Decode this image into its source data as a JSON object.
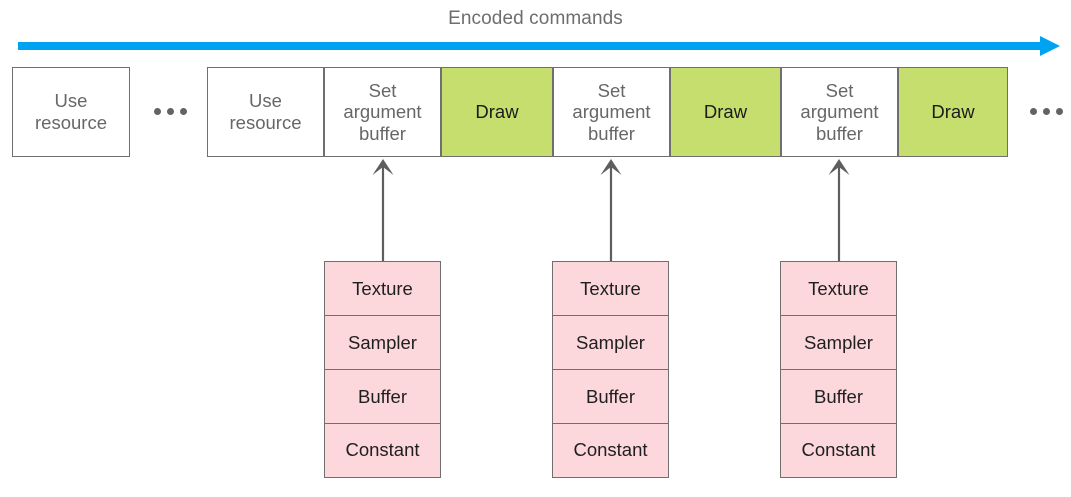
{
  "diagram": {
    "title": "Encoded commands",
    "flow_arrow": {
      "name": "encoded-commands-flow-arrow",
      "color": "#00a2f2",
      "direction": "right"
    },
    "colors": {
      "draw_fill": "#c6de6e",
      "plain_fill": "#ffffff",
      "argument_buffer_fill": "#fcd7dc",
      "stroke": "#6f6f6f",
      "title_text": "#6e6e6e",
      "plain_text": "#676767",
      "dark_text": "#1c1c1c",
      "arrow_blue": "#00a2f2"
    },
    "leading_command": {
      "label": "Use\nresource",
      "kind": "plain"
    },
    "leading_ellipsis": "•••",
    "command_strip": [
      {
        "label": "Use\nresource",
        "kind": "plain"
      },
      {
        "label": "Set\nargument\nbuffer",
        "kind": "plain"
      },
      {
        "label": "Draw",
        "kind": "draw"
      },
      {
        "label": "Set\nargument\nbuffer",
        "kind": "plain"
      },
      {
        "label": "Draw",
        "kind": "draw"
      },
      {
        "label": "Set\nargument\nbuffer",
        "kind": "plain"
      },
      {
        "label": "Draw",
        "kind": "draw"
      }
    ],
    "trailing_ellipsis": "•••",
    "argument_buffers": [
      {
        "rows": [
          "Texture",
          "Sampler",
          "Buffer",
          "Constant"
        ]
      },
      {
        "rows": [
          "Texture",
          "Sampler",
          "Buffer",
          "Constant"
        ]
      },
      {
        "rows": [
          "Texture",
          "Sampler",
          "Buffer",
          "Constant"
        ]
      }
    ],
    "connector_arrows": [
      {
        "name": "argument-buffer-connector-1"
      },
      {
        "name": "argument-buffer-connector-2"
      },
      {
        "name": "argument-buffer-connector-3"
      }
    ]
  }
}
